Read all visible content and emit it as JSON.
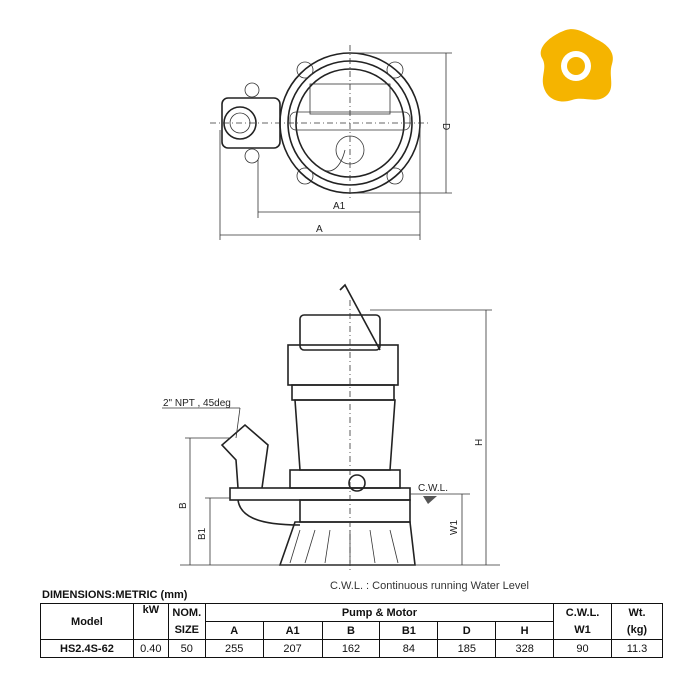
{
  "drawing": {
    "top_view_labels": {
      "A": "A",
      "A1": "A1",
      "D": "D"
    },
    "side_view_labels": {
      "H": "H",
      "B": "B",
      "B1": "B1",
      "W1": "W1",
      "cwl": "C.W.L.",
      "outlet": "2\" NPT , 45deg"
    },
    "cwl_note": "C.W.L. : Continuous running Water Level"
  },
  "logo": {
    "name": "gear-logo-icon",
    "color": "#f5b400"
  },
  "table": {
    "title": "DIMENSIONS:METRIC (mm)",
    "headers": {
      "model": "Model",
      "kw": "kW",
      "nom_top": "NOM.",
      "nom_bottom": "SIZE",
      "pump_motor": "Pump & Motor",
      "cwl": "C.W.L.",
      "wt_top": "Wt.",
      "wt_bottom": "(kg)",
      "cols": [
        "A",
        "A1",
        "B",
        "B1",
        "D",
        "H",
        "W1"
      ]
    },
    "rows": [
      {
        "model": "HS2.4S-62",
        "kw": "0.40",
        "nom": "50",
        "A": "255",
        "A1": "207",
        "B": "162",
        "B1": "84",
        "D": "185",
        "H": "328",
        "W1": "90",
        "wt": "11.3"
      }
    ]
  }
}
